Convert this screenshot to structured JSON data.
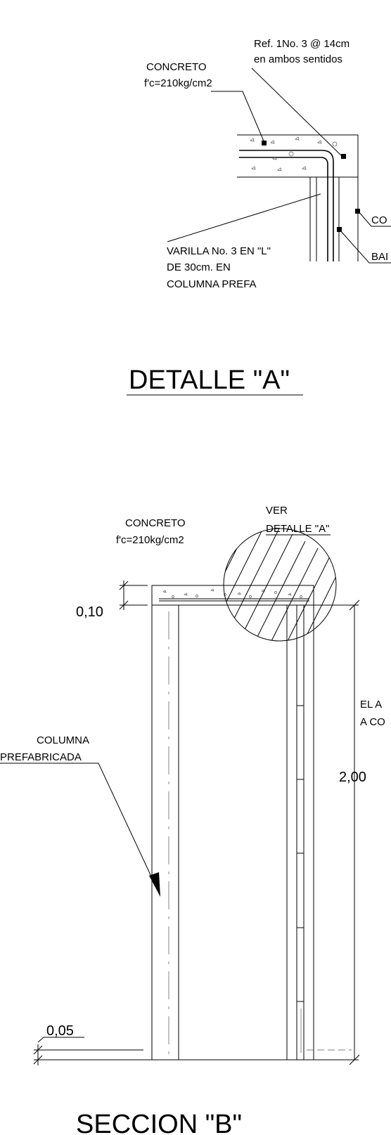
{
  "detail_a": {
    "ref_label_1": "Ref. 1No. 3 @ 14cm",
    "ref_label_2": "en ambos sentidos",
    "concrete_label_1": "CONCRETO",
    "concrete_label_2": "f'c=210kg/cm2",
    "varilla_label_1": "VARILLA No. 3 EN \"L\"",
    "varilla_label_2": "DE 30cm. EN",
    "varilla_label_3": "COLUMNA PREFA",
    "right_label_1": "CO",
    "right_label_2": "BAI",
    "title": "DETALLE \"A\""
  },
  "section_b": {
    "concrete_label_1": "CONCRETO",
    "concrete_label_2": "f'c=210kg/cm2",
    "ver_label_1": "VER",
    "ver_label_2": "DETALLE \"A\"",
    "dim_top": "0,10",
    "dim_bottom": "0,05",
    "dim_height": "2,00",
    "column_label_1": "COLUMNA",
    "column_label_2": "PREFABRICADA",
    "right_note_1": "EL A",
    "right_note_2": "A CO",
    "title": "SECCION \"B\""
  }
}
